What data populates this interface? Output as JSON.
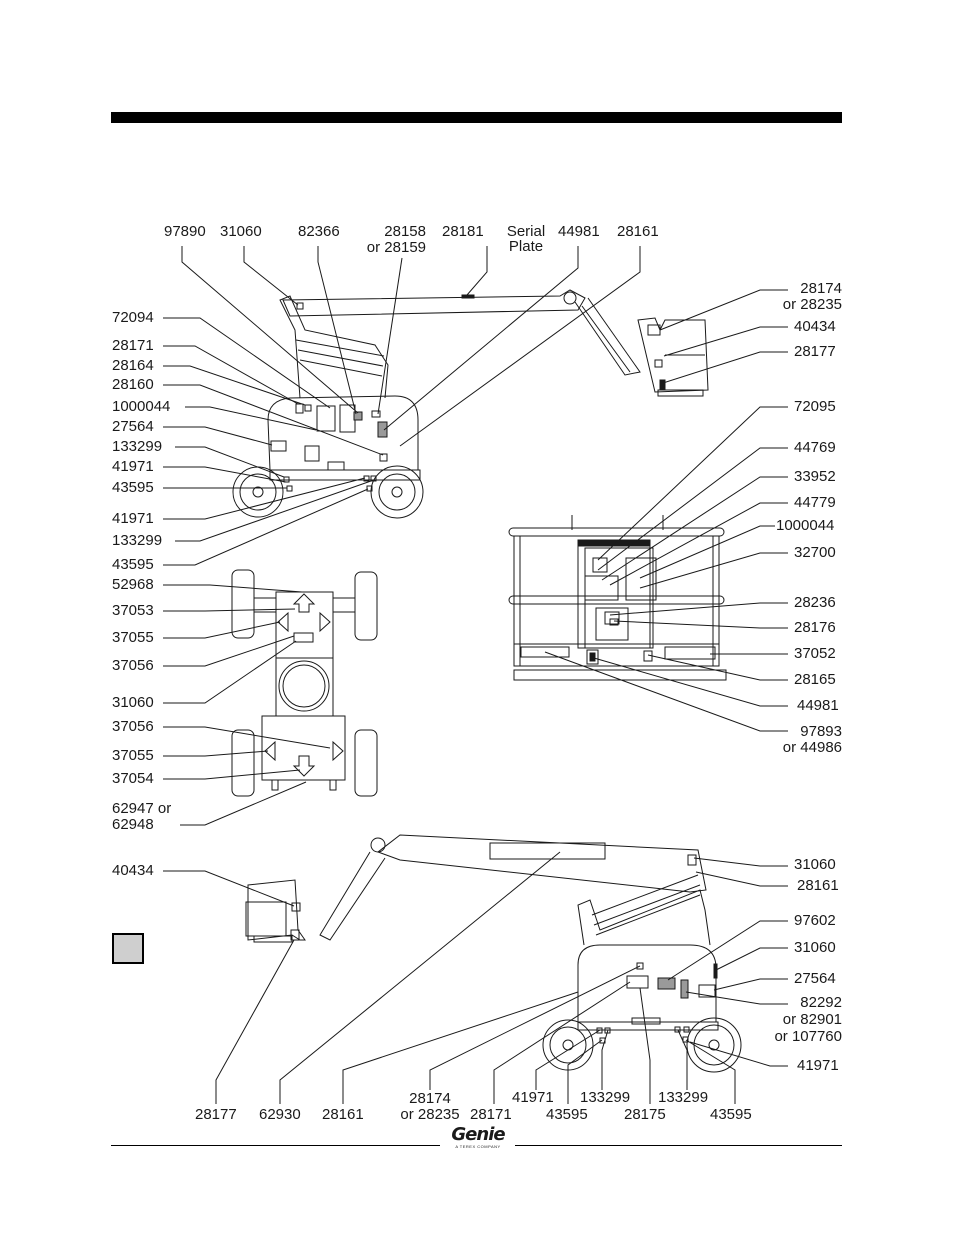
{
  "brand": {
    "logo_text": "Genie",
    "logo_subtext": "A TEREX COMPANY"
  },
  "labels": {
    "top_97890": "97890",
    "top_31060": "31060",
    "top_82366": "82366",
    "top_28158": "28158",
    "top_28158_or": "or 28159",
    "top_28181": "28181",
    "top_serial": "Serial",
    "top_serial_plate": "Plate",
    "top_44981": "44981",
    "top_28161": "28161",
    "tr_28174": "28174",
    "tr_28174_or": "or 28235",
    "tr_40434": "40434",
    "tr_28177": "28177",
    "l_72094": "72094",
    "l_28171": "28171",
    "l_28164": "28164",
    "l_28160": "28160",
    "l_1000044": "1000044",
    "l_27564": "27564",
    "l_133299a": "133299",
    "l_41971a": "41971",
    "l_43595a": "43595",
    "l_41971b": "41971",
    "l_133299b": "133299",
    "l_43595b": "43595",
    "l_52968": "52968",
    "l_37053": "37053",
    "l_37055a": "37055",
    "l_37056a": "37056",
    "l_31060": "31060",
    "l_37056b": "37056",
    "l_37055b": "37055",
    "l_37054": "37054",
    "l_62947": "62947 or",
    "l_62948": "62948",
    "r_72095": "72095",
    "r_44769": "44769",
    "r_33952": "33952",
    "r_44779": "44779",
    "r_1000044": "1000044",
    "r_32700": "32700",
    "r_28236": "28236",
    "r_28176": "28176",
    "r_37052": "37052",
    "r_28165": "28165",
    "r_44981": "44981",
    "r_97893": "97893",
    "r_97893_or": "or 44986",
    "b_40434": "40434",
    "b_31060a": "31060",
    "b_28161a": "28161",
    "b_97602": "97602",
    "b_31060b": "31060",
    "b_27564": "27564",
    "b_82292": "82292",
    "b_82292_or1": "or 82901",
    "b_82292_or2": "or 107760",
    "b_41971r": "41971",
    "bot_28177": "28177",
    "bot_62930": "62930",
    "bot_28161": "28161",
    "bot_28174": "28174",
    "bot_28174_or": "or 28235",
    "bot_28171": "28171",
    "bot_41971": "41971",
    "bot_43595a": "43595",
    "bot_133299a": "133299",
    "bot_28175": "28175",
    "bot_133299b": "133299",
    "bot_43595b": "43595"
  },
  "colors": {
    "ink": "#1a1a1a",
    "decal_fill": "#9a9a9a",
    "legend_fill": "#cfcfcf"
  }
}
